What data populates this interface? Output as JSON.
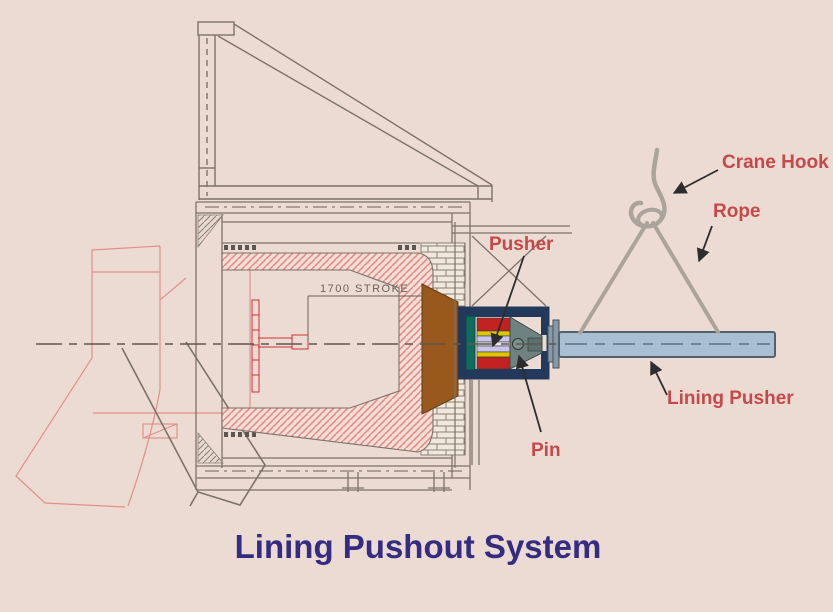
{
  "diagram": {
    "title": "Lining Pushout System",
    "dimension_label": "1700  STROKE",
    "callouts": {
      "crane_hook": "Crane Hook",
      "rope": "Rope",
      "pusher": "Pusher",
      "pin": "Pin",
      "lining_pusher": "Lining Pusher"
    },
    "colors": {
      "background": "#ecdbd3",
      "callout_red": "#c64949",
      "title_blue": "#332c82",
      "drawing_gray": "#7c7368",
      "lining_hatch_pink": "#dd8f88",
      "pusher_cone_brown": "#9a591c",
      "frame_navy": "#23395b",
      "guide_teal": "#116b5e",
      "layer_red": "#c32222",
      "layer_yellow": "#ddc800",
      "layer_lavender": "#c9c4e8",
      "rod_steel_blue": "#a8c0d2",
      "rope_gray": "#aba49a"
    }
  }
}
